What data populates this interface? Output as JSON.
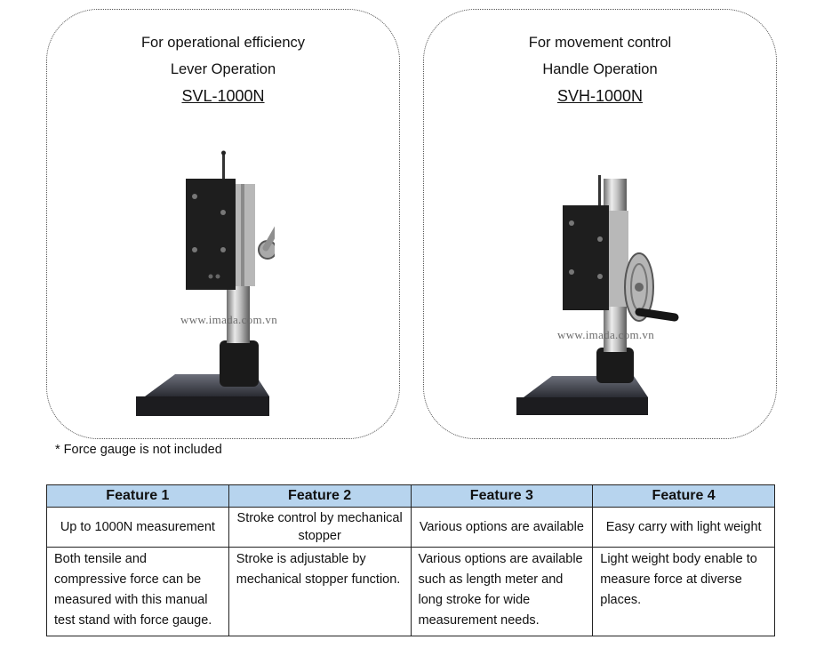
{
  "products": [
    {
      "purpose": "For operational efficiency",
      "operation": "Lever Operation",
      "model": "SVL-1000N",
      "watermark": "www.imada.com.vn"
    },
    {
      "purpose": "For movement control",
      "operation": "Handle Operation",
      "model": "SVH-1000N",
      "watermark": "www.imada.com.vn"
    }
  ],
  "note": "* Force gauge is not included",
  "features": {
    "headers": [
      "Feature 1",
      "Feature 2",
      "Feature 3",
      "Feature 4"
    ],
    "summaries": [
      "Up to 1000N measurement",
      "Stroke control by mechanical stopper",
      "Various options are available",
      "Easy carry with light weight"
    ],
    "descriptions": [
      "Both tensile and compressive force can be measured with this manual test stand with force gauge.",
      "Stroke is adjustable by mechanical stopper function.",
      "Various options are available such as length meter and long stroke for wide measurement needs.",
      "Light weight body enable to measure force at diverse places."
    ],
    "header_color": "#b7d4ee"
  }
}
